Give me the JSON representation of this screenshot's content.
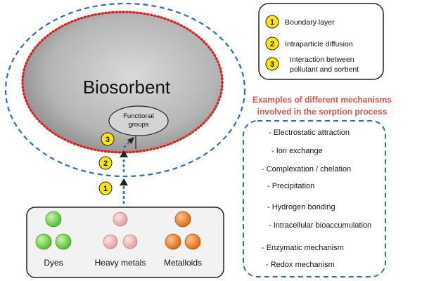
{
  "diagram": {
    "sorbent_label": "Biosorbent",
    "functional_groups": [
      "Functional",
      "groups"
    ],
    "path_steps": [
      "3",
      "2",
      "1"
    ]
  },
  "legend": {
    "items": [
      {
        "number": "1",
        "lines": [
          "Boundary layer"
        ]
      },
      {
        "number": "2",
        "lines": [
          "Intraparticle diffusion"
        ]
      },
      {
        "number": "3",
        "lines": [
          "Interaction between",
          "pollutant and sorbent"
        ]
      }
    ]
  },
  "mechanisms": {
    "heading": [
      "Examples of different mechanisms",
      "involved in the sorption process"
    ],
    "items": [
      "- Electrostatic attraction",
      "- Ion exchange",
      "- Complexation / chelation",
      "- Precipitation",
      "- Hydrogen bonding",
      "- Intracellular bioaccumulation",
      "- Enzymatic mechanism",
      "- Redox mechanism"
    ]
  },
  "pollutants": {
    "categories": [
      {
        "label": "Dyes",
        "color": "#7ed957"
      },
      {
        "label": "Heavy metals",
        "color": "#f4b6b6"
      },
      {
        "label": "Metalloids",
        "color": "#f07a1c"
      }
    ]
  },
  "colors": {
    "outer_dash": "#2f6db5",
    "red_dots": "#e02020",
    "badge": "#ffe600",
    "mech_box_border": "#2f6db5",
    "heading_red": "#d9534f"
  }
}
